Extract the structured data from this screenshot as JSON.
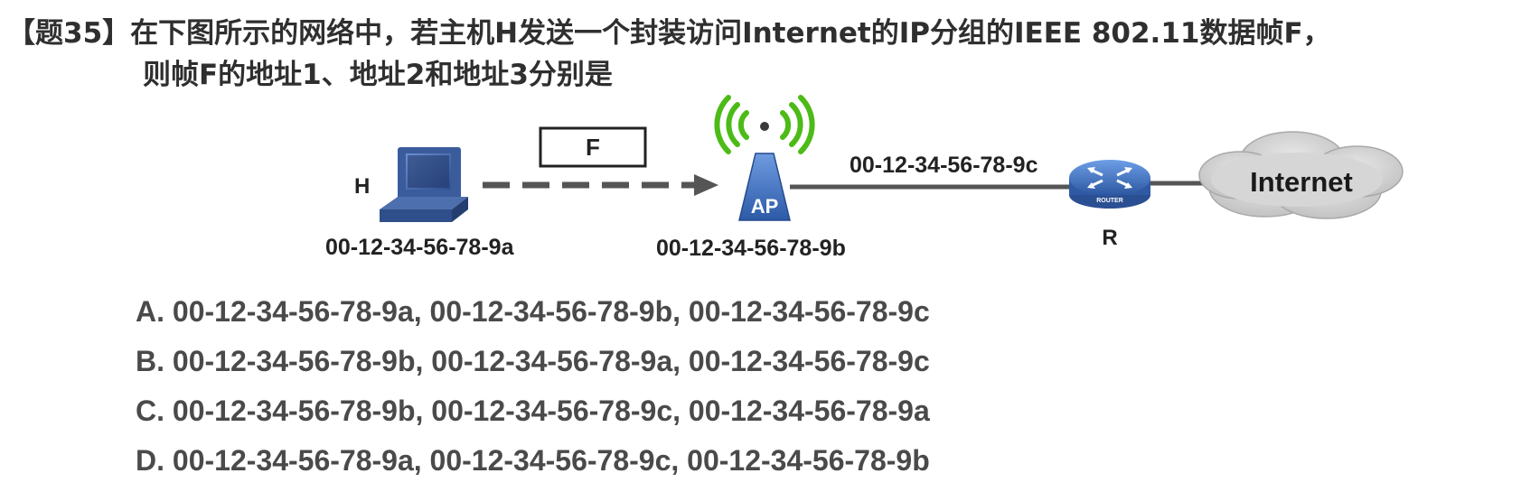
{
  "question": {
    "line1": "【题35】在下图所示的网络中，若主机H发送一个封装访问Internet的IP分组的IEEE 802.11数据帧F，",
    "line2": "则帧F的地址1、地址2和地址3分别是"
  },
  "diagram": {
    "host_label": "H",
    "host_mac": "00-12-34-56-78-9a",
    "frame_label": "F",
    "ap_label": "AP",
    "ap_mac": "00-12-34-56-78-9b",
    "router_link_mac": "00-12-34-56-78-9c",
    "router_small_text": "ROUTER",
    "router_label": "R",
    "cloud_label": "Internet"
  },
  "options": [
    {
      "text": "A. 00-12-34-56-78-9a, 00-12-34-56-78-9b, 00-12-34-56-78-9c"
    },
    {
      "text": "B. 00-12-34-56-78-9b, 00-12-34-56-78-9a, 00-12-34-56-78-9c"
    },
    {
      "text": "C. 00-12-34-56-78-9b, 00-12-34-56-78-9c, 00-12-34-56-78-9a"
    },
    {
      "text": "D. 00-12-34-56-78-9a, 00-12-34-56-78-9c, 00-12-34-56-78-9b"
    }
  ],
  "colors": {
    "signal_green": "#4cbb17",
    "device_blue": "#3f6fb5",
    "cloud_gray": "#cfcfcf",
    "link_gray": "#555555"
  }
}
